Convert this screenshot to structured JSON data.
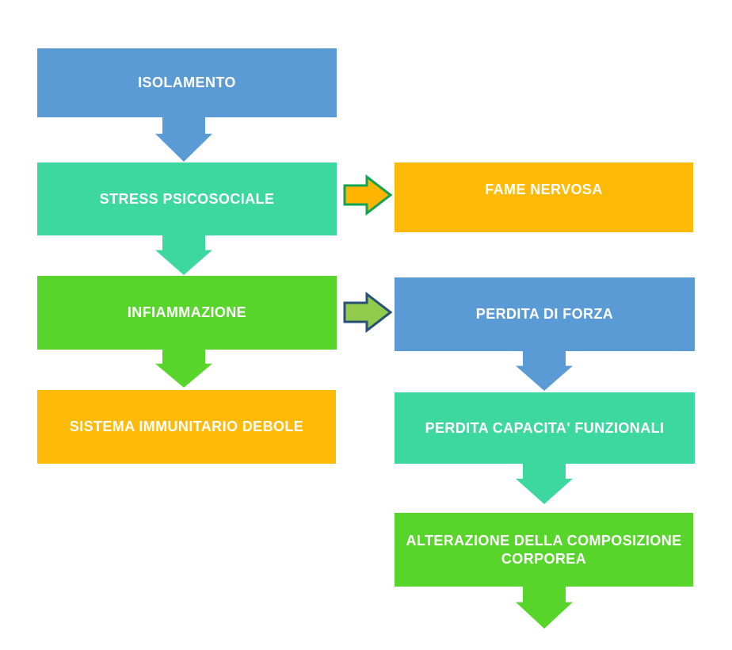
{
  "diagram": {
    "background": "#FFFFFF",
    "colors": {
      "text": "#FFFFFF",
      "blue": "#5B9BD5",
      "teal": "#3DD8A0",
      "green": "#57D52A",
      "orange": "#FFBA07",
      "arrow_orange_fill": "#FFB400",
      "arrow_orange_border": "#12A455",
      "arrow_lightgreen_fill": "#92CB4B",
      "arrow_navy_border": "#27517A"
    },
    "boxes": {
      "isolamento": {
        "label": "ISOLAMENTO"
      },
      "stress": {
        "label": "STRESS PSICOSOCIALE"
      },
      "infiammazione": {
        "label": "INFIAMMAZIONE"
      },
      "sistema": {
        "label": "SISTEMA IMMUNITARIO DEBOLE"
      },
      "fame": {
        "label": "FAME NERVOSA"
      },
      "forza": {
        "label": "PERDITA DI FORZA"
      },
      "capacita": {
        "label": "PERDITA CAPACITA' FUNZIONALI"
      },
      "alterazione": {
        "label_line1": "ALTERAZIONE DELLA COMPOSIZIONE",
        "label_line2": "CORPOREA"
      }
    },
    "connectors": [
      {
        "from": "ISOLAMENTO",
        "to": "STRESS PSICOSOCIALE",
        "direction": "down",
        "color": "blue"
      },
      {
        "from": "STRESS PSICOSOCIALE",
        "to": "INFIAMMAZIONE",
        "direction": "down",
        "color": "teal"
      },
      {
        "from": "INFIAMMAZIONE",
        "to": "SISTEMA IMMUNITARIO DEBOLE",
        "direction": "down",
        "color": "green"
      },
      {
        "from": "STRESS PSICOSOCIALE",
        "to": "FAME NERVOSA",
        "direction": "right",
        "fill": "orange",
        "border": "green"
      },
      {
        "from": "INFIAMMAZIONE",
        "to": "PERDITA DI FORZA",
        "direction": "right",
        "fill": "light-green",
        "border": "navy"
      },
      {
        "from": "PERDITA DI FORZA",
        "to": "PERDITA CAPACITA' FUNZIONALI",
        "direction": "down",
        "color": "blue"
      },
      {
        "from": "PERDITA CAPACITA' FUNZIONALI",
        "to": "ALTERAZIONE DELLA COMPOSIZIONE CORPOREA",
        "direction": "down",
        "color": "teal"
      },
      {
        "from": "ALTERAZIONE DELLA COMPOSIZIONE CORPOREA",
        "to": "",
        "direction": "down",
        "color": "green"
      }
    ]
  }
}
